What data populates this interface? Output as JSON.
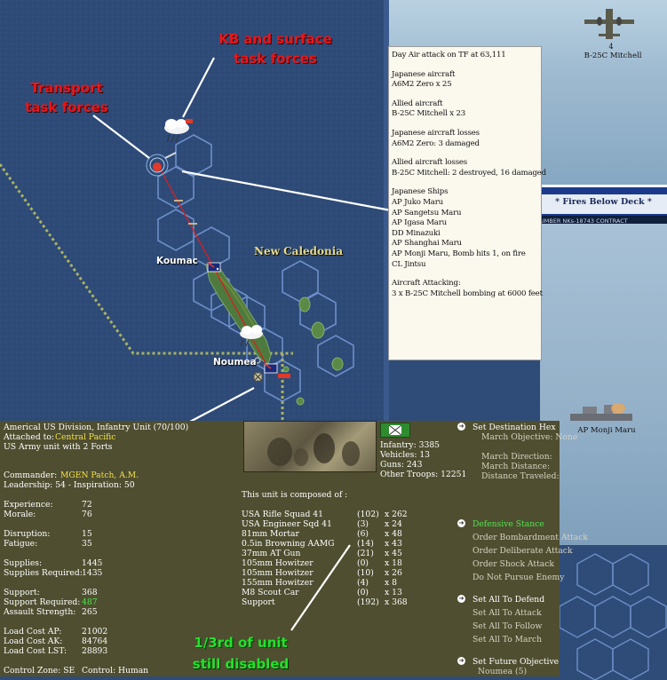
{
  "map": {
    "labels": {
      "kb": "KB and surface\ntask forces",
      "transport": "Transport\ntask forces",
      "new_caledonia": "New Caledonia",
      "koumac": "Koumac",
      "noumea": "Noumea"
    }
  },
  "aircraft_panel": {
    "count": "4",
    "name": "B-25C Mitchell"
  },
  "ship_panel": {
    "banner": "* Fires Below Deck *",
    "hull_text": "UMBER   NKs-18743         CONTRACT",
    "ship_name": "AP Monji Maru"
  },
  "combat_report": {
    "header": "Day Air attack on TF at 63,111",
    "jp_aircraft_title": "Japanese aircraft",
    "jp_aircraft": [
      "A6M2 Zero x 25"
    ],
    "allied_aircraft_title": "Allied aircraft",
    "allied_aircraft": [
      "B-25C Mitchell x 23"
    ],
    "jp_losses_title": "Japanese aircraft losses",
    "jp_losses": [
      "A6M2 Zero: 3 damaged"
    ],
    "allied_losses_title": "Allied aircraft losses",
    "allied_losses": [
      "B-25C Mitchell: 2 destroyed, 16 damaged"
    ],
    "jp_ships_title": "Japanese Ships",
    "jp_ships": [
      "AP Juko Maru",
      "AP Sangetsu Maru",
      "AP Igasa Maru",
      "DD Minazuki",
      "AP Shanghai Maru",
      "AP Monji Maru, Bomb hits 1,  on fire",
      "CL Jintsu"
    ],
    "attacking_title": "Aircraft Attacking:",
    "attacking": [
      " 3 x B-25C Mitchell bombing at 6000 feet"
    ]
  },
  "unit": {
    "name": "Americal US Division, Infantry Unit (70/100)",
    "attached_label": "Attached to:",
    "attached_value": "Central Pacific",
    "type_line": "US Army unit with 2 Forts",
    "commander_label": "Commander:",
    "commander_value": "MGEN Patch, A.M.",
    "leadership": "Leadership: 54 - Inspiration: 50",
    "stats": [
      {
        "label": "Experience:",
        "value": "72"
      },
      {
        "label": "Morale:",
        "value": "76"
      },
      {
        "label": "Disruption:",
        "value": "15"
      },
      {
        "label": "Fatigue:",
        "value": "35"
      },
      {
        "label": "Supplies:",
        "value": "1445"
      },
      {
        "label": "Supplies Required:",
        "value": "1435"
      },
      {
        "label": "Support:",
        "value": "368"
      },
      {
        "label": "Support Required:",
        "value": "487"
      },
      {
        "label": "Assault Strength:",
        "value": "265"
      },
      {
        "label": "Load Cost AP:",
        "value": "21002"
      },
      {
        "label": "Load Cost AK:",
        "value": "84764"
      },
      {
        "label": "Load Cost LST:",
        "value": "28893"
      }
    ],
    "control_zone": "Control Zone: SE",
    "control": "Control: Human",
    "counts": [
      "Infantry: 3385",
      "Vehicles: 13",
      "Guns: 243",
      "Other Troops: 12251"
    ],
    "composed_title": "This unit is composed of :",
    "composition": [
      {
        "name": "USA Rifle Squad 41",
        "disabled": "(102)",
        "count": "x 262"
      },
      {
        "name": "USA Engineer Sqd 41",
        "disabled": "(3)",
        "count": "x 24"
      },
      {
        "name": "81mm Mortar",
        "disabled": "(6)",
        "count": "x 48"
      },
      {
        "name": "0.5in Browning AAMG",
        "disabled": "(14)",
        "count": "x 43"
      },
      {
        "name": "37mm AT Gun",
        "disabled": "(21)",
        "count": "x 45"
      },
      {
        "name": "105mm Howitzer",
        "disabled": "(0)",
        "count": "x 18"
      },
      {
        "name": "105mm Howitzer",
        "disabled": "(10)",
        "count": "x 26"
      },
      {
        "name": "155mm Howitzer",
        "disabled": "(4)",
        "count": "x 8"
      },
      {
        "name": "M8 Scout Car",
        "disabled": "(0)",
        "count": "x 13"
      },
      {
        "name": "Support",
        "disabled": "(192)",
        "count": "x 368"
      }
    ],
    "disabled_note": "1/3rd of unit\nstill disabled"
  },
  "orders": {
    "set_destination": "Set Destination Hex",
    "march_objective": "March Objective: None",
    "march_direction": "March Direction:",
    "march_distance": "March Distance:",
    "distance_traveled": "Distance Traveled:",
    "defensive_stance": "Defensive Stance",
    "order_bombardment": "Order Bombardment Attack",
    "order_deliberate": "Order Deliberate Attack",
    "order_shock": "Order Shock Attack",
    "do_not_pursue": "Do Not Pursue Enemy",
    "set_all_defend": "Set All To Defend",
    "set_all_attack": "Set All To Attack",
    "set_all_follow": "Set All To Follow",
    "set_all_march": "Set All To March",
    "set_future_objective": "Set Future Objective",
    "future_objective_value": "Noumea (5)"
  },
  "colors": {
    "sea": "#2f4c78",
    "land_hex_border": "#6d8fc9",
    "unit_panel": "#4f4e30",
    "annotation_red": "#e8171a",
    "annotation_green": "#22e22a",
    "highlight_yellow": "#f2e14a"
  }
}
